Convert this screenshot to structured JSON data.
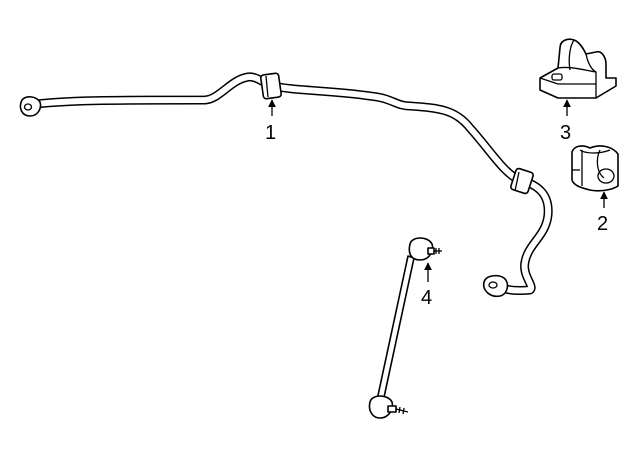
{
  "callouts": [
    {
      "id": "1",
      "label": "1"
    },
    {
      "id": "2",
      "label": "2"
    },
    {
      "id": "3",
      "label": "3"
    },
    {
      "id": "4",
      "label": "4"
    }
  ],
  "colors": {
    "line": "#000000",
    "fill": "#ffffff",
    "background": "#ffffff"
  }
}
